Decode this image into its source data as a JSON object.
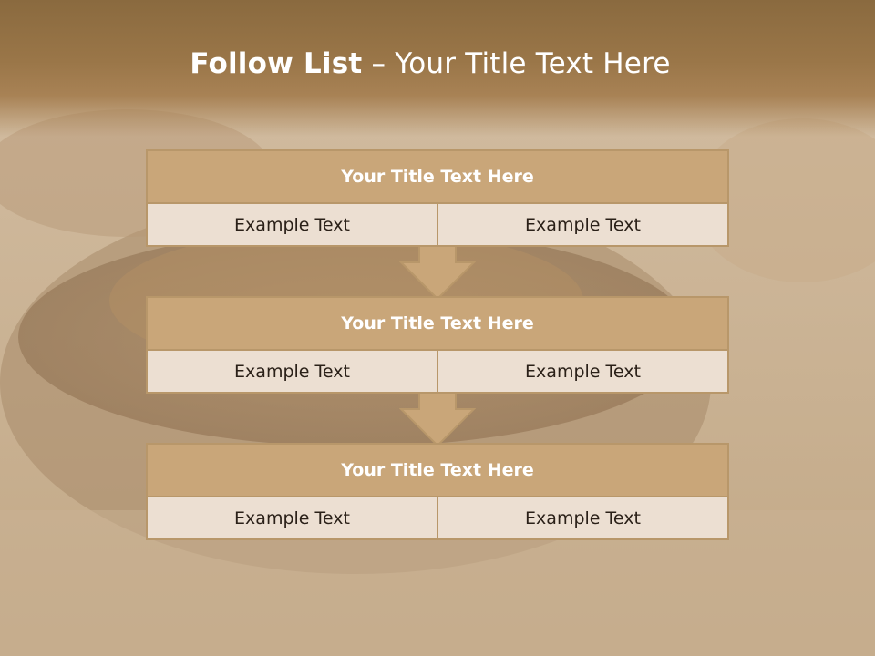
{
  "slide": {
    "title_bold": "Follow List",
    "title_rest": " – Your Title Text Here"
  },
  "blocks": [
    {
      "title": "Your Title Text Here",
      "left": "Example Text",
      "right": "Example Text"
    },
    {
      "title": "Your Title Text Here",
      "left": "Example Text",
      "right": "Example Text"
    },
    {
      "title": "Your Title Text Here",
      "left": "Example Text",
      "right": "Example Text"
    }
  ],
  "colors": {
    "header": "#8a6a3f",
    "block_head": "#c9a679",
    "block_border": "#b8976a",
    "cell": "#ecdfd2",
    "arrow": "#c9a679"
  }
}
